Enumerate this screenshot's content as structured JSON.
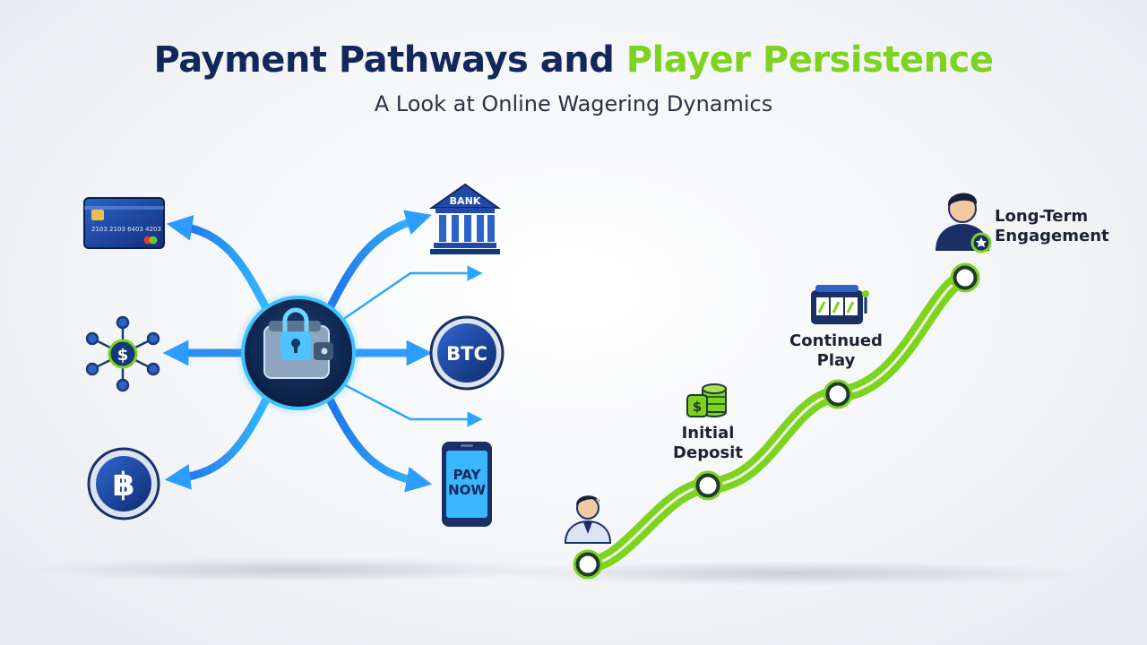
{
  "title": {
    "part1": "Payment Pathways and ",
    "part2": "Player Persistence"
  },
  "subtitle": "A Look at Online Wagering Dynamics",
  "payment_hub": {
    "icon": "locked-wallet-icon",
    "methods_left": [
      {
        "icon": "credit-card-icon",
        "card_number": "2103 2103 6403 4203"
      },
      {
        "icon": "digital-network-dollar-icon",
        "symbol": "$"
      },
      {
        "icon": "bitcoin-coin-icon",
        "symbol": "฿"
      }
    ],
    "methods_right": [
      {
        "icon": "bank-icon",
        "label": "BANK"
      },
      {
        "icon": "btc-token-icon",
        "label": "BTC"
      },
      {
        "icon": "mobile-pay-icon",
        "line1": "PAY",
        "line2": "NOW"
      }
    ]
  },
  "journey": {
    "colors": {
      "path": "#7ed321",
      "node": "#1f3a2a"
    },
    "stages": [
      {
        "icon": "player-avatar-icon",
        "label_line1": "",
        "label_line2": ""
      },
      {
        "icon": "coin-stack-dollar-icon",
        "label_line1": "Initial",
        "label_line2": "Deposit"
      },
      {
        "icon": "slot-machine-icon",
        "label_line1": "Continued",
        "label_line2": "Play"
      },
      {
        "icon": "loyal-player-badge-icon",
        "label_line1": "Long-Term",
        "label_line2": "Engagement"
      }
    ]
  }
}
